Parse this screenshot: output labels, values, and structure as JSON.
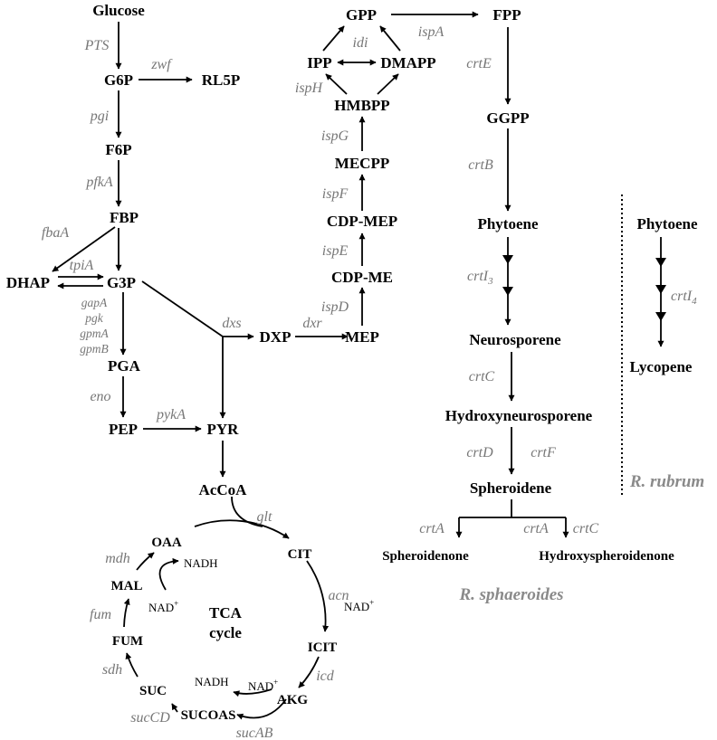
{
  "metabolites": {
    "glucose": "Glucose",
    "g6p": "G6P",
    "rl5p": "RL5P",
    "f6p": "F6P",
    "fbp": "FBP",
    "dhap": "DHAP",
    "g3p": "G3P",
    "pga": "PGA",
    "pep": "PEP",
    "pyr": "PYR",
    "dxp": "DXP",
    "mep": "MEP",
    "cdp_me": "CDP-ME",
    "cdp_mep": "CDP-MEP",
    "mecpp": "MECPP",
    "hmbpp": "HMBPP",
    "ipp": "IPP",
    "dmapp": "DMAPP",
    "gpp": "GPP",
    "fpp": "FPP",
    "ggpp": "GGPP",
    "phytoene": "Phytoene",
    "neurosporene": "Neurosporene",
    "hydroxyneurosporene": "Hydroxyneurosporene",
    "spheroidene": "Spheroidene",
    "spheroidenone": "Spheroidenone",
    "hydroxyspheroidenone": "Hydroxyspheroidenone",
    "phytoene_rr": "Phytoene",
    "lycopene": "Lycopene",
    "accoa": "AcCoA",
    "oaa": "OAA",
    "cit": "CIT",
    "icit": "ICIT",
    "akg": "AKG",
    "sucoas": "SUCOAS",
    "suc": "SUC",
    "fum": "FUM",
    "mal": "MAL"
  },
  "enzymes": {
    "pts": "PTS",
    "zwf": "zwf",
    "pgi": "pgi",
    "pfka": "pfkA",
    "fbaa": "fbaA",
    "tpia": "tpiA",
    "gapa": "gapA",
    "pgk": "pgk",
    "gpma": "gpmA",
    "gpmb": "gpmB",
    "eno": "eno",
    "pyka": "pykA",
    "dxs": "dxs",
    "dxr": "dxr",
    "ispd": "ispD",
    "ispe": "ispE",
    "ispf": "ispF",
    "ispg": "ispG",
    "isph": "ispH",
    "idi": "idi",
    "ispa": "ispA",
    "crte": "crtE",
    "crtb": "crtB",
    "crti3_base": "crtI",
    "crti3_sub": "3",
    "crtc": "crtC",
    "crtd": "crtD",
    "crtf": "crtF",
    "crta_1": "crtA",
    "crta_2": "crtA",
    "crtc_2": "crtC",
    "crti4_base": "crtI",
    "crti4_sub": "4",
    "glt": "glt",
    "acn": "acn",
    "icd": "icd",
    "sucab": "sucAB",
    "sucCD": "sucCD",
    "sdh": "sdh",
    "fum": "fum",
    "mdh": "mdh"
  },
  "cofactors": {
    "nad_acn_base": "NAD",
    "nad_acn_sup": "+",
    "nad_akg_base": "NAD",
    "nad_akg_sup": "+",
    "nadh_akg": "NADH",
    "nad_mal_base": "NAD",
    "nad_mal_sup": "+",
    "nadh_oaa": "NADH"
  },
  "tca_label": {
    "line1": "TCA",
    "line2": "cycle"
  },
  "organisms": {
    "rubrum": "R. rubrum",
    "sphaeroides": "R. sphaeroides"
  },
  "colors": {
    "line": "#000000",
    "enzyme": "#777777",
    "organism": "#8a8a8a"
  }
}
